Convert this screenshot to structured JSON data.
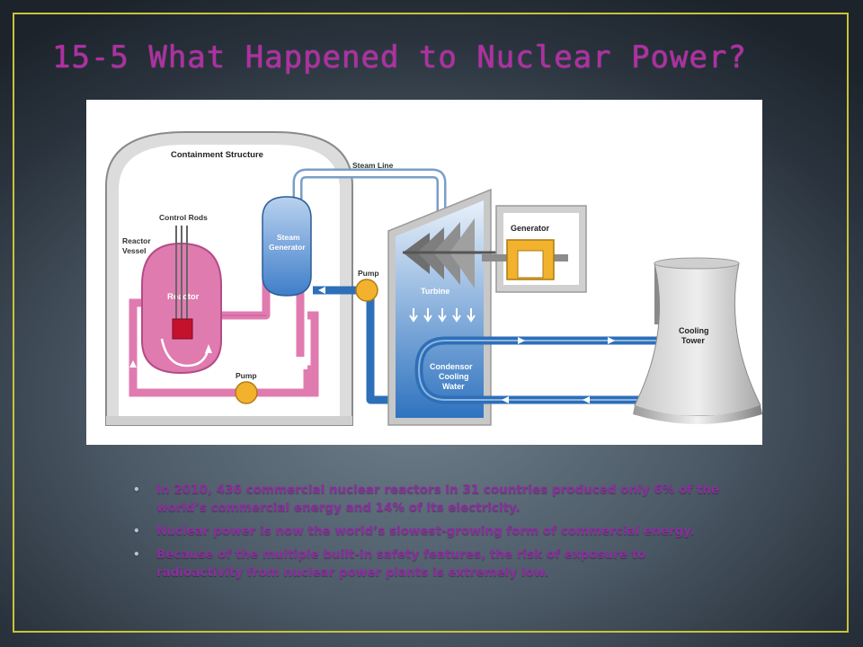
{
  "slide": {
    "title": "15-5 What Happened to Nuclear Power?"
  },
  "diagram": {
    "labels": {
      "containment": "Containment Structure",
      "steam_line": "Steam Line",
      "control_rods": "Control Rods",
      "reactor_vessel_1": "Reactor",
      "reactor_vessel_2": "Vessel",
      "reactor": "Reactor",
      "steam_generator_1": "Steam",
      "steam_generator_2": "Generator",
      "pump_top": "Pump",
      "pump_bottom": "Pump",
      "turbine": "Turbine",
      "generator": "Generator",
      "condenser_1": "Condensor",
      "condenser_2": "Cooling",
      "condenser_3": "Water",
      "cooling_tower_1": "Cooling",
      "cooling_tower_2": "Tower"
    }
  },
  "bullets": [
    "In 2010, 436 commercial nuclear reactors in 31 countries produced only 6% of the world’s commercial energy and 14% of its electricity.",
    "Nuclear power is now the world’s slowest-growing form of commercial energy.",
    "Because of the multiple built-in safety features, the risk of exposure to radioactivity from nuclear power plants is extremely low."
  ],
  "colors": {
    "title": "#b12ea3",
    "frame": "#c8c33a",
    "bullet_text": "#8a2f9c",
    "reactor_pink": "#e07bb0",
    "water_blue": "#2d6fb8",
    "pump_yellow": "#f2b22e"
  }
}
